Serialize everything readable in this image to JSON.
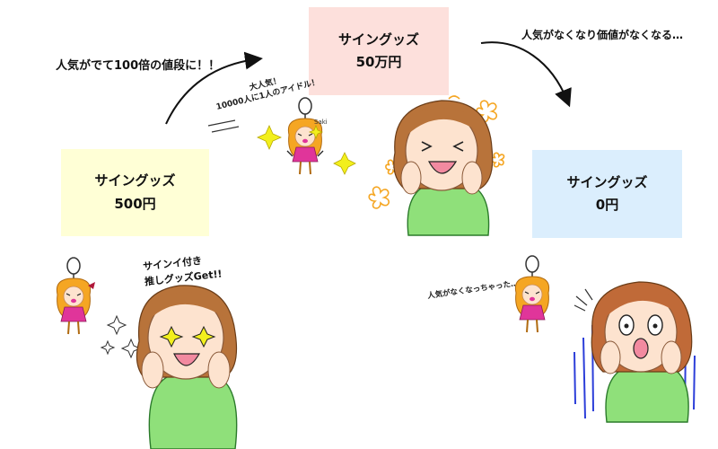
{
  "boxes": {
    "low": {
      "title": "サイングッズ",
      "price": "500円",
      "color": "#ffffd6"
    },
    "high": {
      "title": "サイングッズ",
      "price": "50万円",
      "color": "#fde0dc"
    },
    "zero": {
      "title": "サイングッズ",
      "price": "0円",
      "color": "#dbeefd"
    }
  },
  "captions": {
    "rise": "人気がでて100倍の値段に！！",
    "fall": "人気がなくなり価値がなくなる…"
  },
  "illustration_text": {
    "popular_line1": "大人気！",
    "popular_line2": "10000人に1人のアイドル！",
    "got_line1": "サインイ付き",
    "got_line2": "推しグッズGet!!",
    "gone": "人気がなくなっちゃった…",
    "charm_name": "Saki"
  },
  "colors": {
    "hair": "#b8733a",
    "shirt": "#8fe07a",
    "charm_hair": "#f5a623",
    "charm_dress": "#e0359a",
    "sparkle": "#f2ef1c",
    "flower": "#f5a623",
    "shock_lines": "#2c3ed9"
  }
}
